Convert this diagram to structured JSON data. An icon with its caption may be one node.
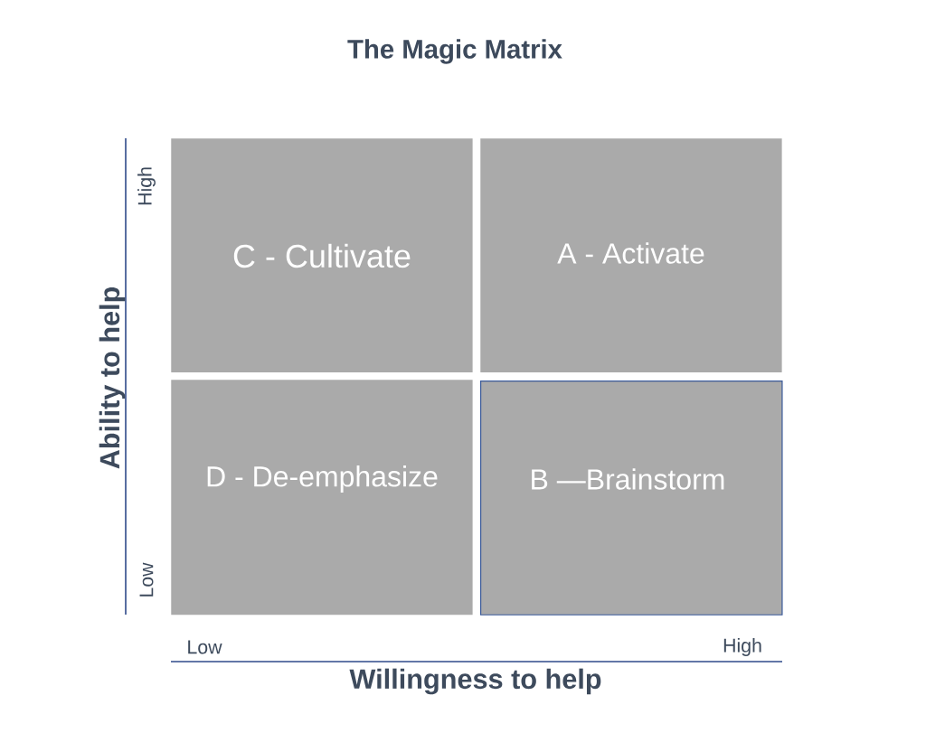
{
  "diagram": {
    "title": "The Magic Matrix",
    "nodes": [
      {
        "text": [
          "C - Cultivate"
        ]
      },
      {
        "text": [
          "A - Activate"
        ]
      },
      {
        "text": [
          "D - De-emphasize"
        ]
      },
      {
        "text": [
          "B —Brainstorm"
        ]
      }
    ],
    "labels": [
      "High",
      "Ability to help",
      "Low",
      "Low",
      "High",
      "Willingness to help"
    ]
  }
}
